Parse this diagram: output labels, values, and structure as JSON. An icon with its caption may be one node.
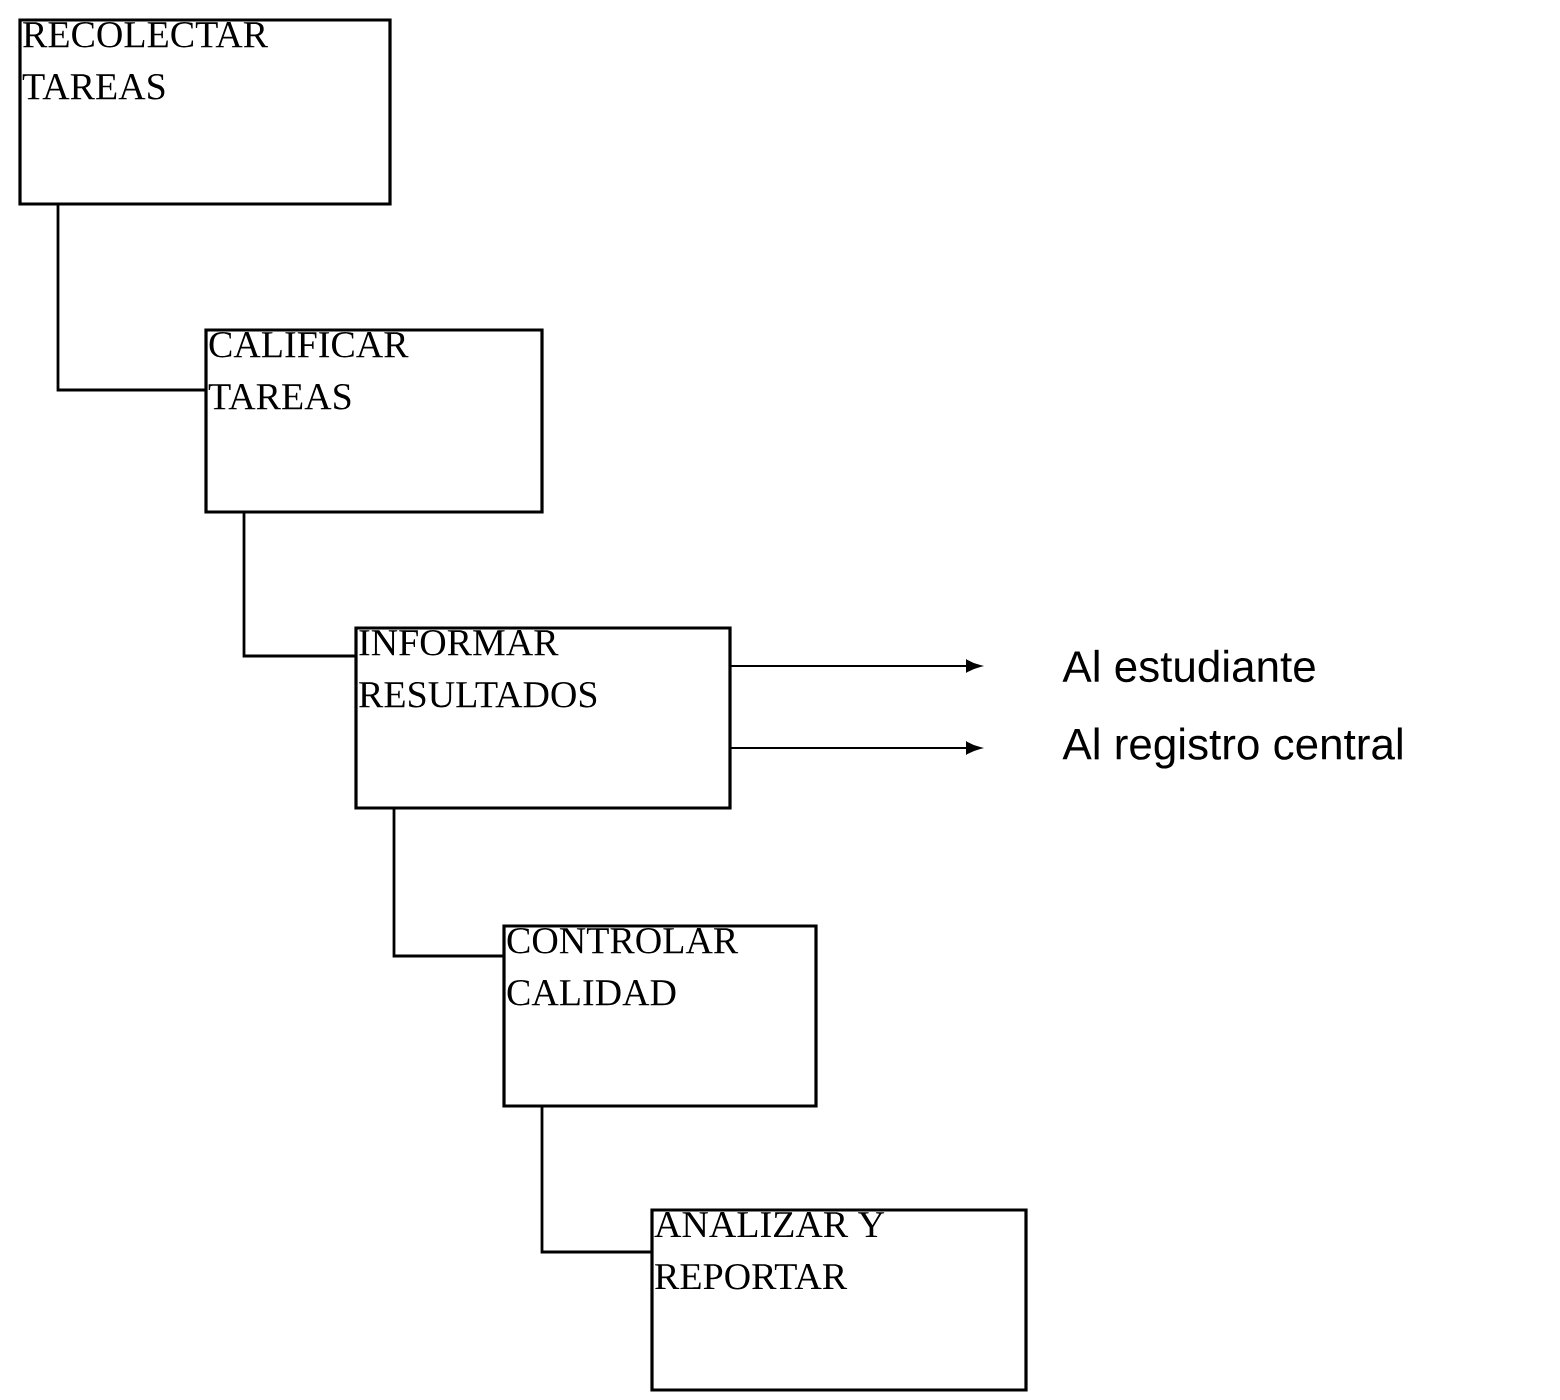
{
  "diagram": {
    "nodes": [
      {
        "text": [
          "RECOLECTAR TAREAS"
        ]
      },
      {
        "text": [
          "CALIFICAR TAREAS"
        ]
      },
      {
        "text": [
          "INFORMAR RESULTADOS"
        ]
      },
      {
        "text": [
          "CONTROLAR CALIDAD"
        ]
      },
      {
        "text": [
          "ANALIZAR Y REPORTAR"
        ]
      },
      {
        "text": [
          "Al estudiante"
        ]
      },
      {
        "text": [
          "Al registro central"
        ]
      }
    ],
    "edges": [
      {
        "from": 0,
        "to": 1,
        "arrow": "none"
      },
      {
        "from": 1,
        "to": 2,
        "arrow": "none"
      },
      {
        "from": 2,
        "to": 3,
        "arrow": "none"
      },
      {
        "from": 3,
        "to": 4,
        "arrow": "none"
      },
      {
        "from": 2,
        "to": 5,
        "arrow": "to"
      },
      {
        "from": 2,
        "to": 6,
        "arrow": "to"
      }
    ]
  }
}
